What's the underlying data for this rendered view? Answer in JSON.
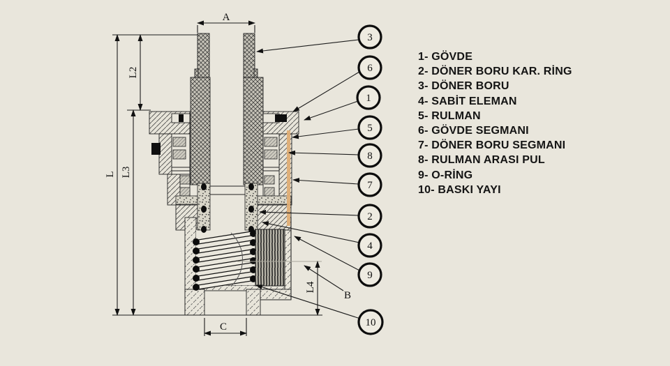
{
  "drawing": {
    "title": "Rotary joint cross-section technical drawing",
    "dimension_labels": {
      "a": "A",
      "l2": "L2",
      "l": "L",
      "l3": "L3",
      "l4": "L4",
      "b": "B",
      "c": "C"
    },
    "balloons": [
      "3",
      "6",
      "1",
      "5",
      "8",
      "7",
      "2",
      "4",
      "9",
      "10"
    ]
  },
  "legend": {
    "items": [
      "1- GÖVDE",
      "2- DÖNER BORU KAR. RİNG",
      "3- DÖNER BORU",
      "4- SABİT ELEMAN",
      "5- RULMAN",
      "6- GÖVDE SEGMANI",
      "7- DÖNER BORU SEGMANI",
      "8- RULMAN ARASI PUL",
      "9- O-RİNG",
      "10- BASKI YAYI"
    ]
  },
  "colors": {
    "background": "#e9e6dc",
    "line": "#1c1c1c",
    "highlight_strip": "#dfae76"
  }
}
